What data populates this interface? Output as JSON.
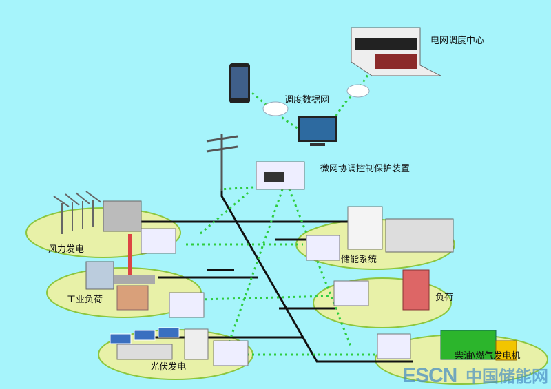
{
  "labels": {
    "dispatch_center": "电网调度中心",
    "dispatch_network": "调度数据网",
    "controller": "微网协调控制保护装置",
    "wind": "风力发电",
    "industrial_load": "工业负荷",
    "pv": "光伏发电",
    "storage": "储能系统",
    "load": "负荷",
    "generator": "柴油\\燃气发电机"
  },
  "watermark": {
    "latin": "ESCN",
    "cn": "中国储能网"
  },
  "colors": {
    "background": "#a6f4fb",
    "zone": "#e8f1a8",
    "zone_border": "#8cc63f",
    "comm_line": "#2ecc40",
    "power_line": "#111111"
  }
}
